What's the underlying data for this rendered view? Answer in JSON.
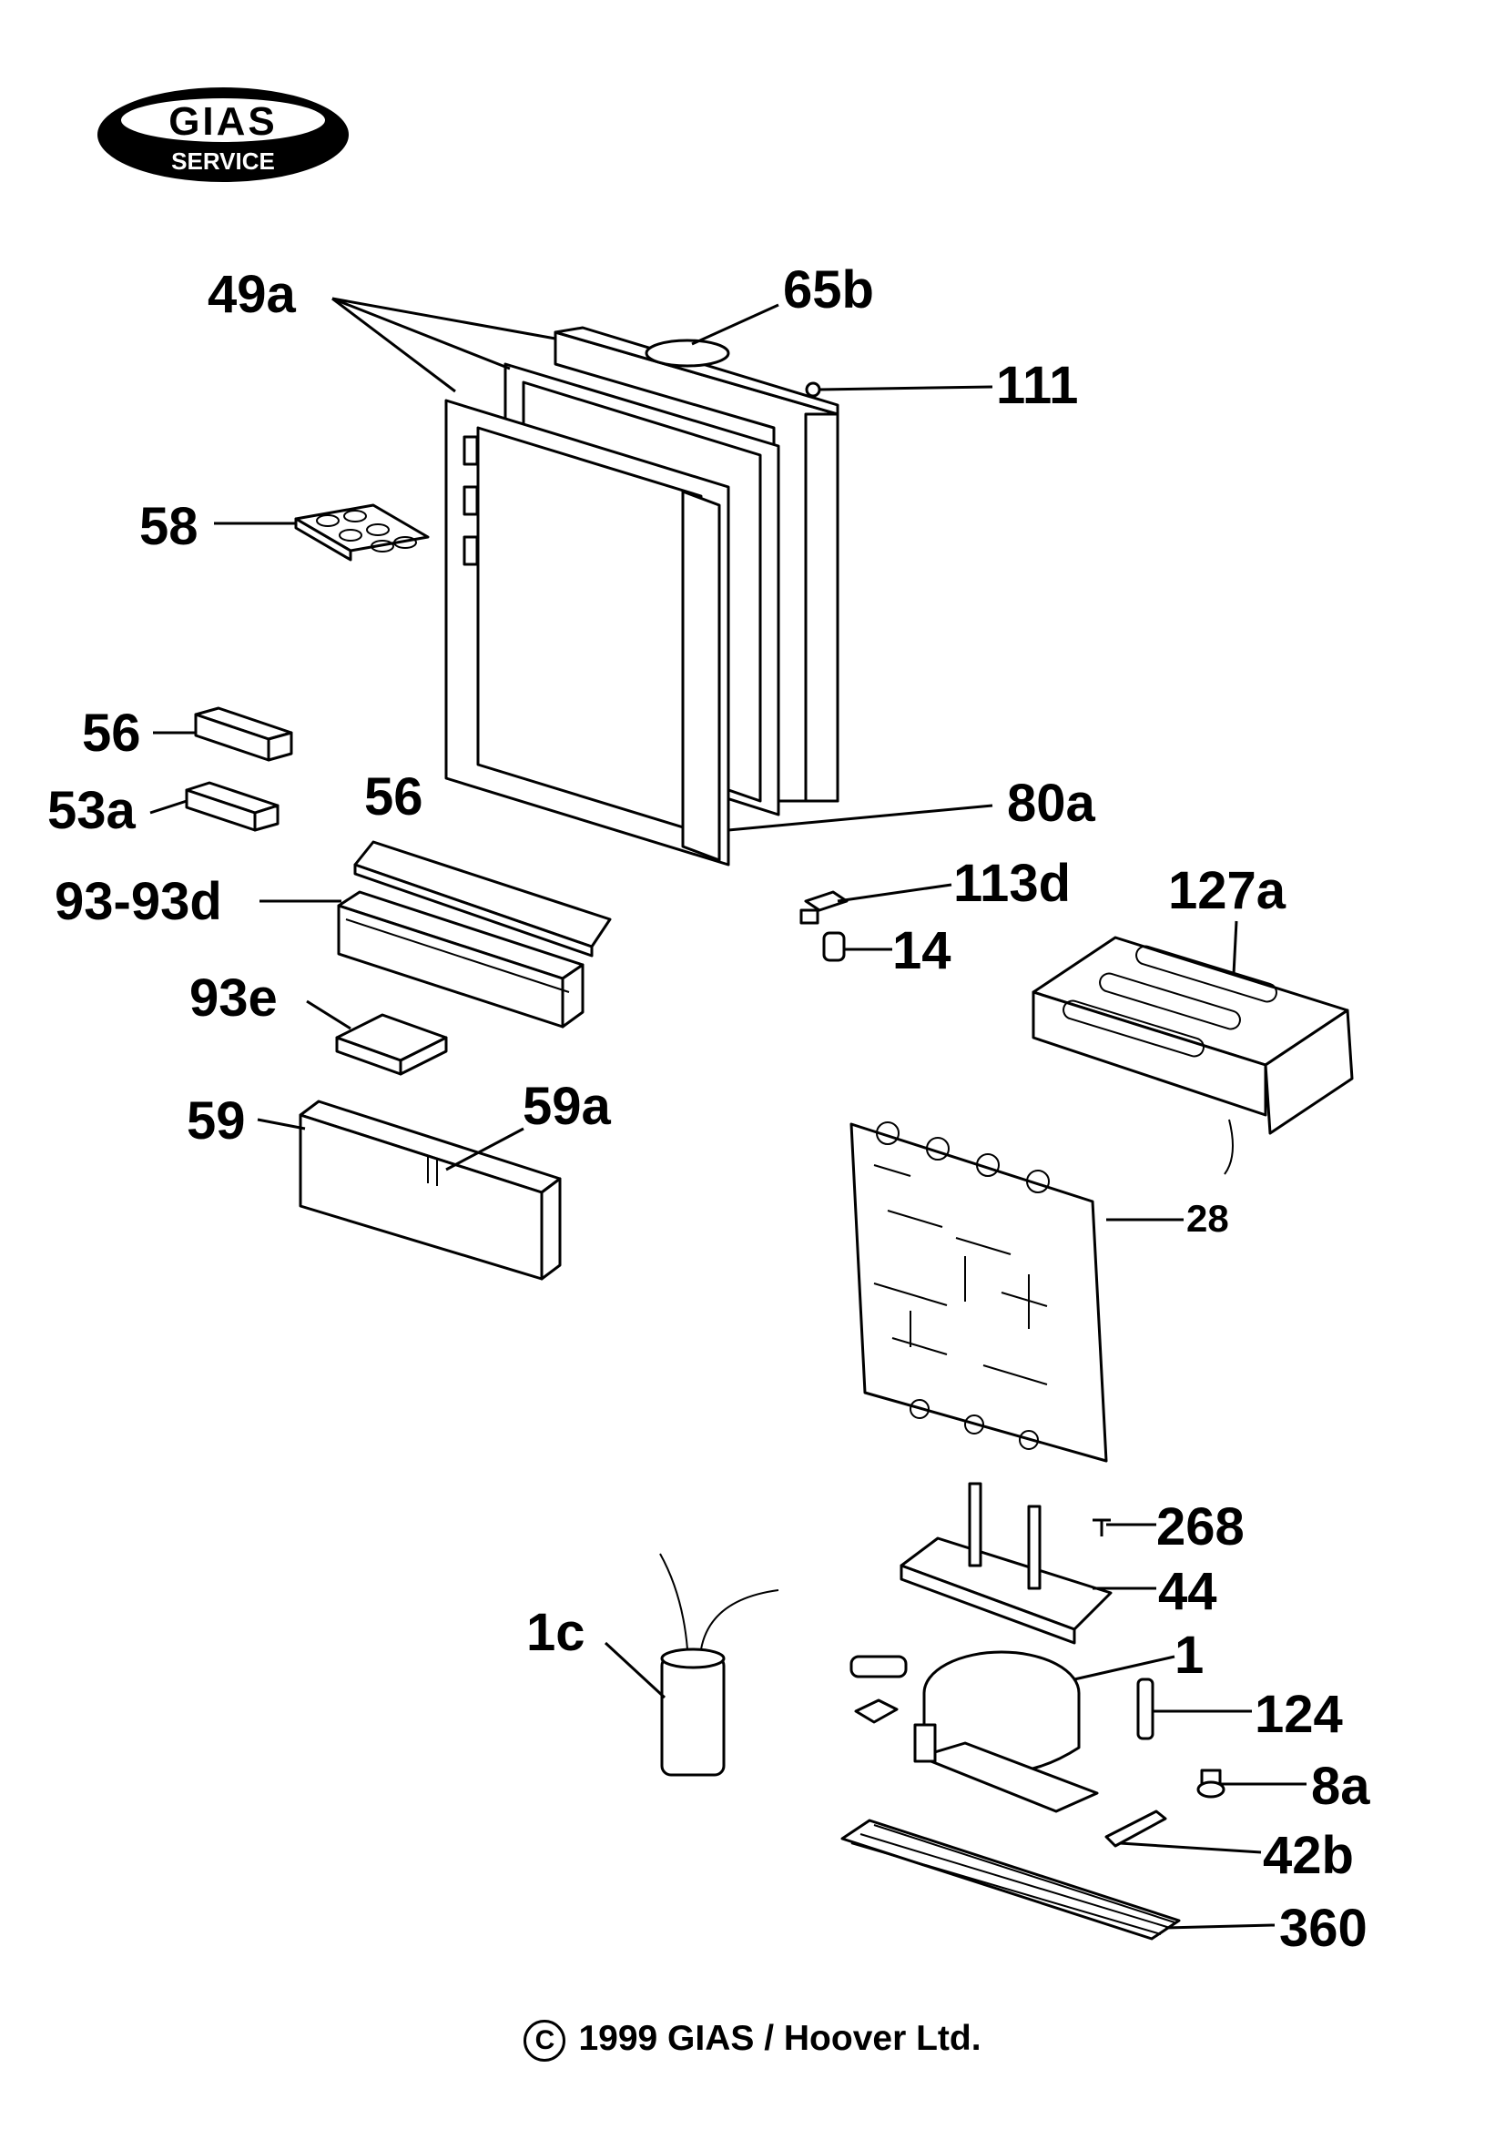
{
  "logo": {
    "brand": "GIAS",
    "sub": "SERVICE"
  },
  "callouts": {
    "p49a": "49a",
    "p65b": "65b",
    "p111": "111",
    "p58": "58",
    "p56_top": "56",
    "p53a": "53a",
    "p56_shelf": "56",
    "p80a": "80a",
    "p93_93d": "93-93d",
    "p113d": "113d",
    "p127a": "127a",
    "p14": "14",
    "p93e": "93e",
    "p59": "59",
    "p59a": "59a",
    "p28": "28",
    "p268": "268",
    "p44": "44",
    "p1c": "1c",
    "p1": "1",
    "p124": "124",
    "p8a": "8a",
    "p42b": "42b",
    "p360": "360"
  },
  "copyright": {
    "symbol": "C",
    "text": "1999 GIAS / Hoover Ltd."
  }
}
